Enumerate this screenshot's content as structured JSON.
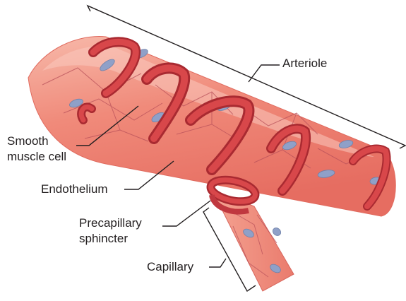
{
  "labels": {
    "arteriole": "Arteriole",
    "smooth_muscle_line1": "Smooth",
    "smooth_muscle_line2": "muscle cell",
    "endothelium": "Endothelium",
    "precapillary_line1": "Precapillary",
    "precapillary_line2": "sphincter",
    "capillary": "Capillary"
  },
  "colors": {
    "vessel_fill": "#f08a7a",
    "vessel_light": "#f6b3a5",
    "muscle_band": "#d8474a",
    "muscle_band_dark": "#a92a31",
    "cell_outline": "#b8505a",
    "nucleus": "#8fa0c8",
    "line": "#231f20"
  }
}
